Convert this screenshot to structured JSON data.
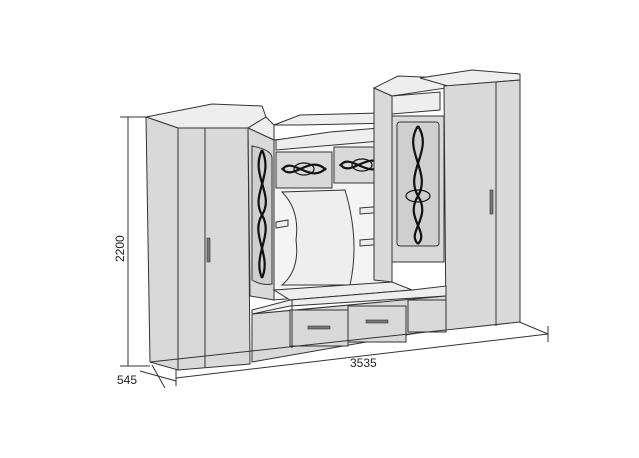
{
  "dimensions": {
    "height_label": "2200",
    "width_label": "3535",
    "depth_label": "545"
  },
  "colors": {
    "panel": "#d9d9d9",
    "outline": "#333333",
    "ornament": "#111111"
  }
}
